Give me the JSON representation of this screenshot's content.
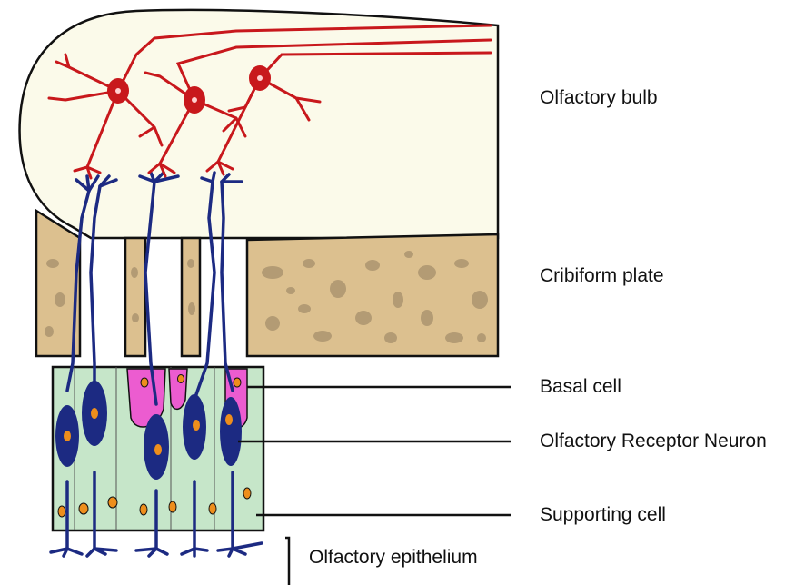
{
  "labels": {
    "olfactory_bulb": "Olfactory bulb",
    "cribiform_plate": "Cribiform plate",
    "basal_cell": "Basal cell",
    "receptor_neuron": "Olfactory Receptor Neuron",
    "supporting_cell": "Supporting cell",
    "epithelium": "Olfactory epithelium"
  },
  "colors": {
    "bulb_fill": "#fbfaea",
    "mitral_cell": "#c8181c",
    "plate_fill": "#dcc08f",
    "plate_spots": "#b39b74",
    "epithelium_fill": "#c6e6c9",
    "neuron": "#1c2a82",
    "nucleus": "#ee8e1c",
    "basal_cell": "#ec5cd0",
    "outline": "#111111"
  }
}
